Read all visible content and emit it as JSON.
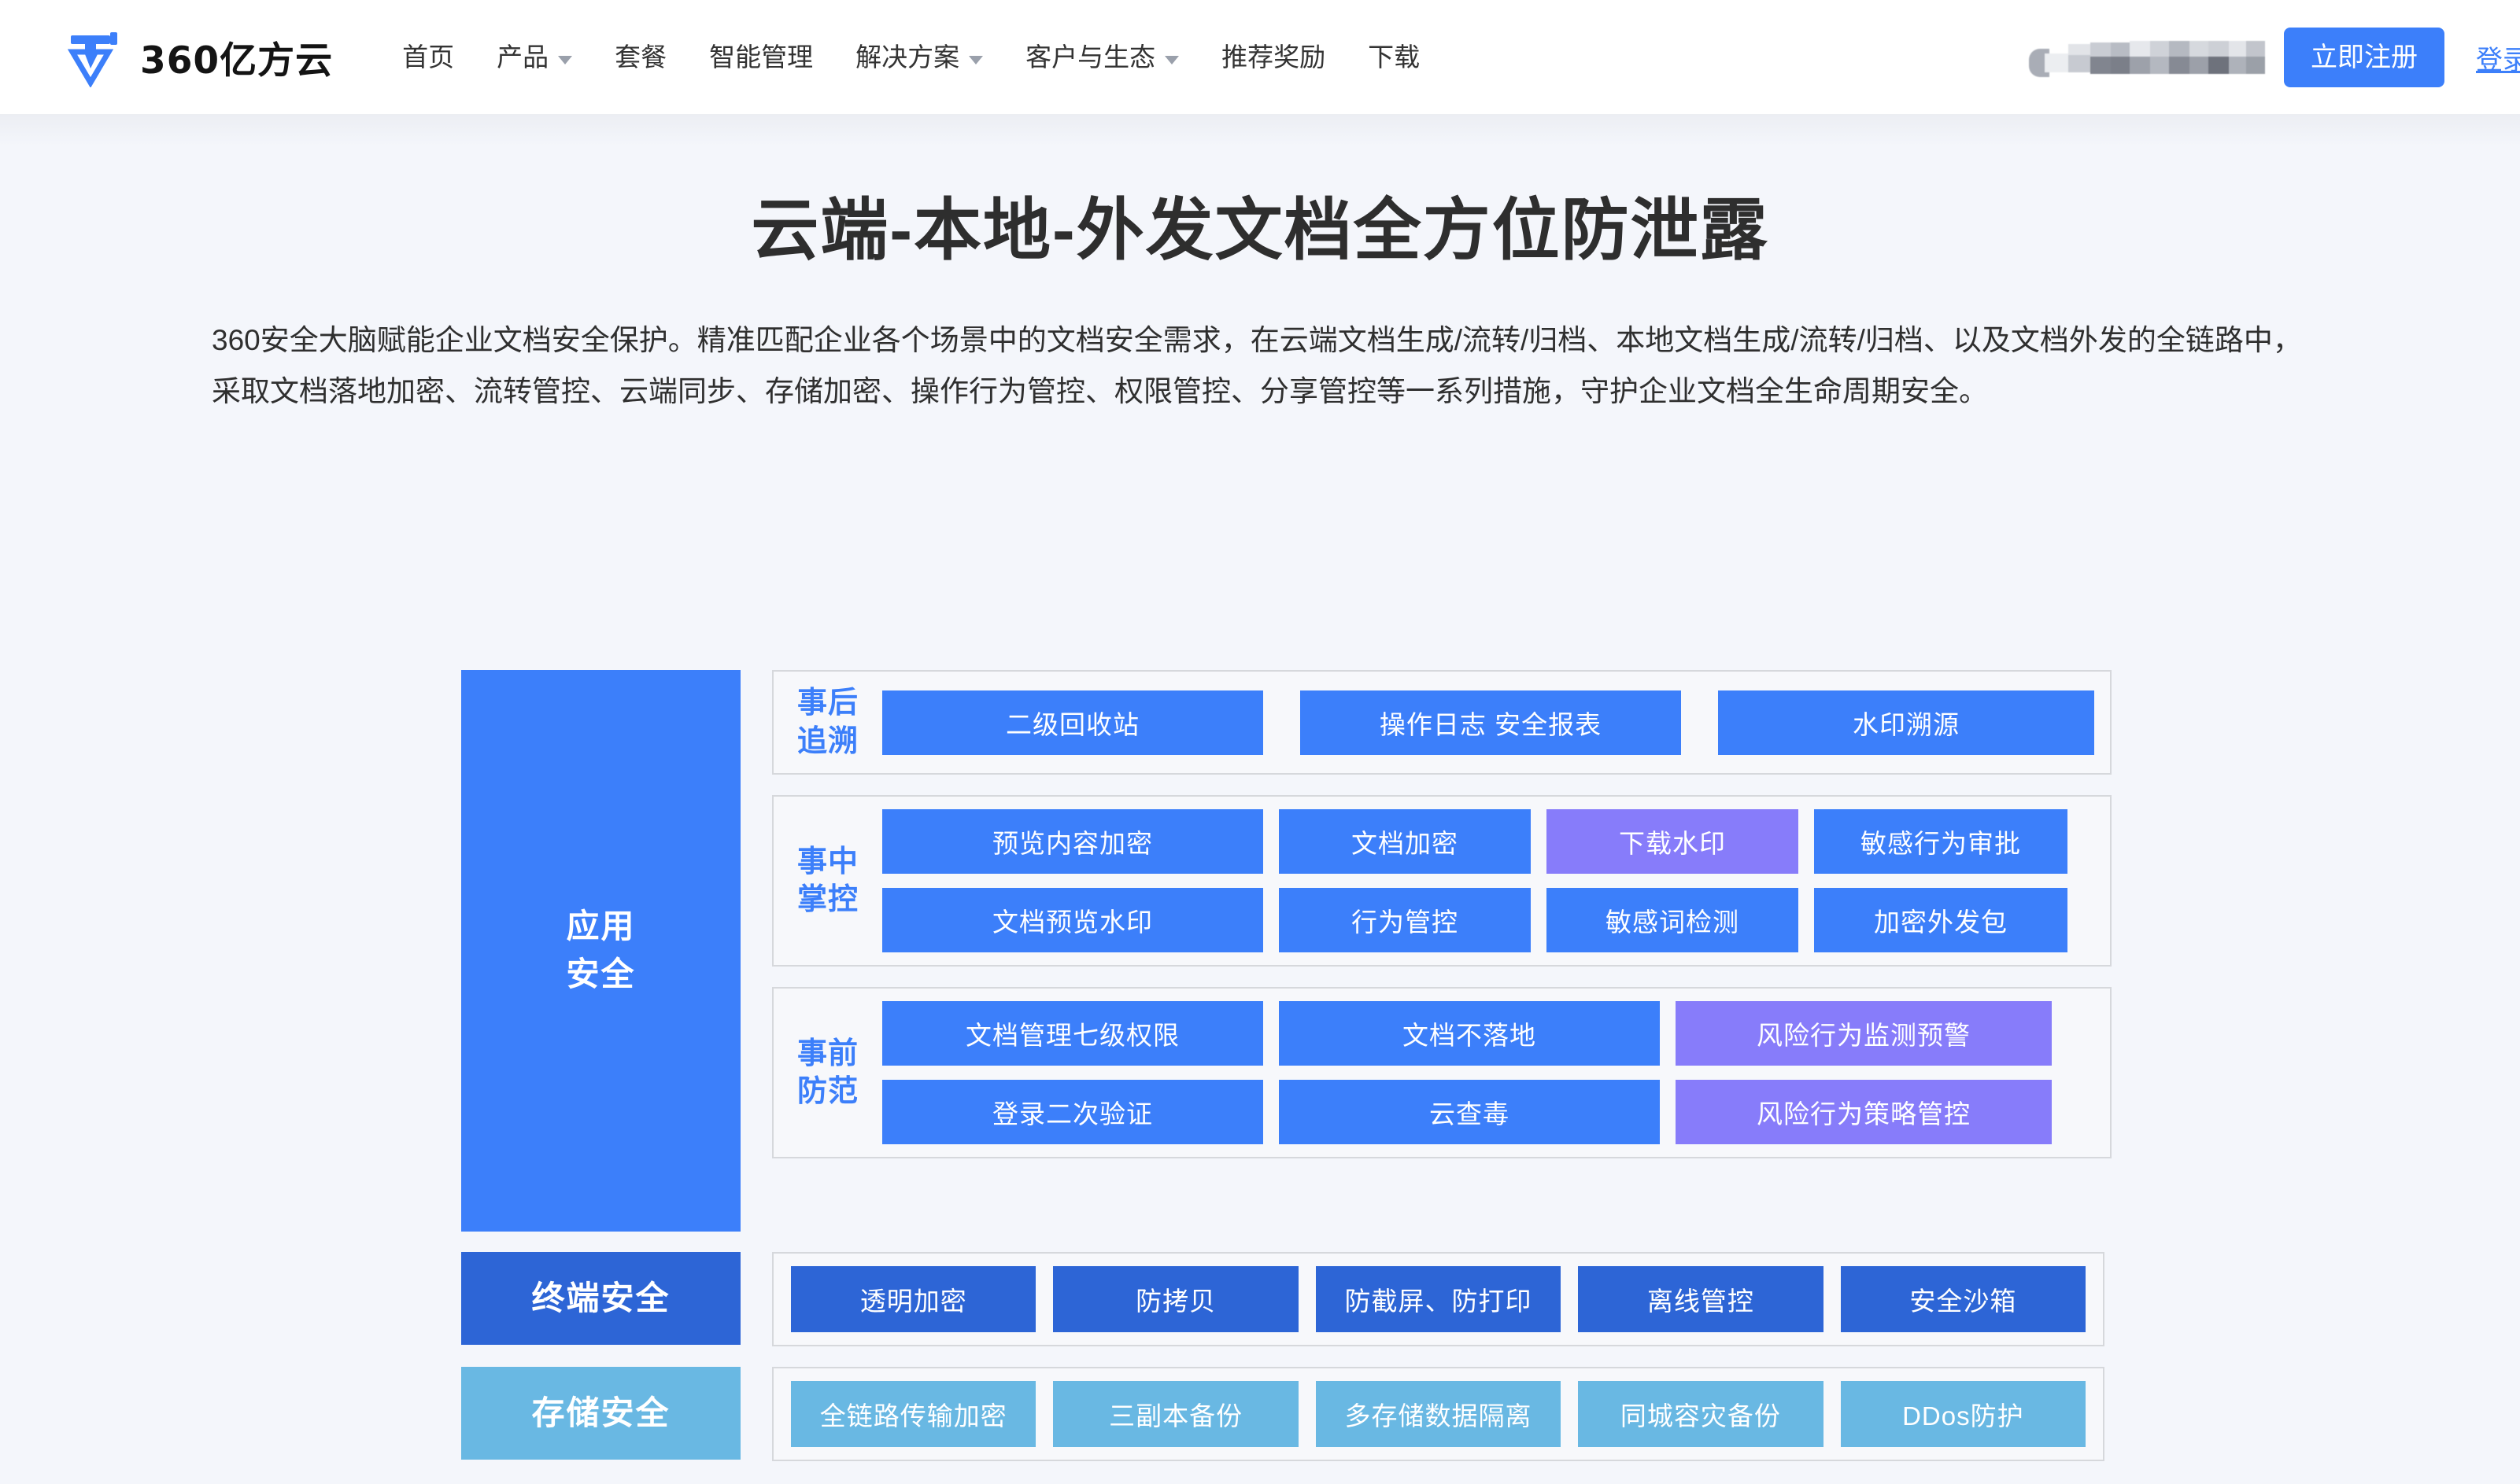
{
  "header": {
    "logo_icon": "yifangyun-logo-icon",
    "brand_name": "360亿方云",
    "nav_items": [
      {
        "label": "首页",
        "has_dropdown": false
      },
      {
        "label": "产品",
        "has_dropdown": true
      },
      {
        "label": "套餐",
        "has_dropdown": false
      },
      {
        "label": "智能管理",
        "has_dropdown": false
      },
      {
        "label": "解决方案",
        "has_dropdown": true
      },
      {
        "label": "客户与生态",
        "has_dropdown": true
      },
      {
        "label": "推荐奖励",
        "has_dropdown": false
      },
      {
        "label": "下载",
        "has_dropdown": false
      }
    ],
    "user_area_redacted": true,
    "register_label": "立即注册",
    "login_label": "登录"
  },
  "hero": {
    "title": "云端-本地-外发文档全方位防泄露",
    "description": "360安全大脑赋能企业文档安全保护。精准匹配企业各个场景中的文档安全需求，在云端文档生成/流转/归档、本地文档生成/流转/归档、以及文档外发的全链路中，采取文档落地加密、流转管控、云端同步、存储加密、操作行为管控、权限管控、分享管控等一系列措施，守护企业文档全生命周期安全。"
  },
  "colors": {
    "brand_blue": "#3c7ffa",
    "tile_blue": "#3c7ffa",
    "tile_purple": "#877cfa",
    "endpoint_blue": "#2d65d6",
    "storage_blue": "#69b8e3",
    "panel_bg": "#f7f8fb",
    "panel_border": "#d6d8dc",
    "page_bg": "#f4f6fb"
  },
  "chart_data": {
    "type": "diagram",
    "title": "云端-本地-外发文档全方位防泄露",
    "layers": [
      {
        "name": "应用安全",
        "color": "#3c7ffa",
        "phases": [
          {
            "name": "事后追溯",
            "rows": [
              [
                {
                  "label": "二级回收站",
                  "color": "#3c7ffa"
                },
                {
                  "label": "操作日志   安全报表",
                  "color": "#3c7ffa"
                },
                {
                  "label": "水印溯源",
                  "color": "#3c7ffa"
                }
              ]
            ]
          },
          {
            "name": "事中掌控",
            "rows": [
              [
                {
                  "label": "预览内容加密",
                  "color": "#3c7ffa"
                },
                {
                  "label": "文档加密",
                  "color": "#3c7ffa"
                },
                {
                  "label": "下载水印",
                  "color": "#877cfa"
                },
                {
                  "label": "敏感行为审批",
                  "color": "#3c7ffa"
                }
              ],
              [
                {
                  "label": "文档预览水印",
                  "color": "#3c7ffa"
                },
                {
                  "label": "行为管控",
                  "color": "#3c7ffa"
                },
                {
                  "label": "敏感词检测",
                  "color": "#3c7ffa"
                },
                {
                  "label": "加密外发包",
                  "color": "#3c7ffa"
                }
              ]
            ]
          },
          {
            "name": "事前防范",
            "rows": [
              [
                {
                  "label": "文档管理七级权限",
                  "color": "#3c7ffa"
                },
                {
                  "label": "文档不落地",
                  "color": "#3c7ffa"
                },
                {
                  "label": "风险行为监测预警",
                  "color": "#877cfa"
                }
              ],
              [
                {
                  "label": "登录二次验证",
                  "color": "#3c7ffa"
                },
                {
                  "label": "云查毒",
                  "color": "#3c7ffa"
                },
                {
                  "label": "风险行为策略管控",
                  "color": "#877cfa"
                }
              ]
            ]
          }
        ]
      },
      {
        "name": "终端安全",
        "color": "#2d65d6",
        "tiles": [
          {
            "label": "透明加密",
            "color": "#2d65d6"
          },
          {
            "label": "防拷贝",
            "color": "#2d65d6"
          },
          {
            "label": "防截屏、防打印",
            "color": "#2d65d6"
          },
          {
            "label": "离线管控",
            "color": "#2d65d6"
          },
          {
            "label": "安全沙箱",
            "color": "#2d65d6"
          }
        ]
      },
      {
        "name": "存储安全",
        "color": "#69b8e3",
        "tiles": [
          {
            "label": "全链路传输加密",
            "color": "#69b8e3"
          },
          {
            "label": "三副本备份",
            "color": "#69b8e3"
          },
          {
            "label": "多存储数据隔离",
            "color": "#69b8e3"
          },
          {
            "label": "同城容灾备份",
            "color": "#69b8e3"
          },
          {
            "label": "DDos防护",
            "color": "#69b8e3"
          }
        ]
      }
    ]
  },
  "diagram": {
    "app_layer_label": "应用\n安全",
    "app_layer_label_line1": "应用",
    "app_layer_label_line2": "安全",
    "endpoint_layer_label": "终端安全",
    "storage_layer_label": "存储安全",
    "phase_trace_l1": "事后",
    "phase_trace_l2": "追溯",
    "phase_ctrl_l1": "事中",
    "phase_ctrl_l2": "掌控",
    "phase_prev_l1": "事前",
    "phase_prev_l2": "防范"
  }
}
